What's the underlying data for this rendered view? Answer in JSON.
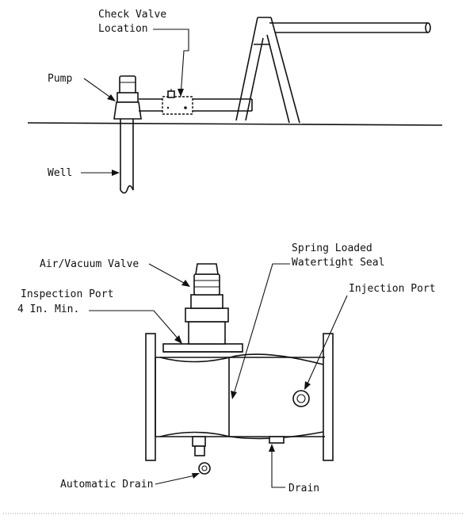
{
  "top_diagram": {
    "labels": {
      "check_valve_line1": "Check Valve",
      "check_valve_line2": "Location",
      "pump": "Pump",
      "well": "Well"
    }
  },
  "bottom_diagram": {
    "labels": {
      "air_vacuum_valve": "Air/Vacuum Valve",
      "inspection_port_line1": "Inspection Port",
      "inspection_port_line2": "4 In. Min.",
      "spring_loaded_line1": "Spring Loaded",
      "spring_loaded_line2": "Watertight Seal",
      "injection_port": "Injection Port",
      "automatic_drain": "Automatic Drain",
      "drain": "Drain"
    }
  }
}
